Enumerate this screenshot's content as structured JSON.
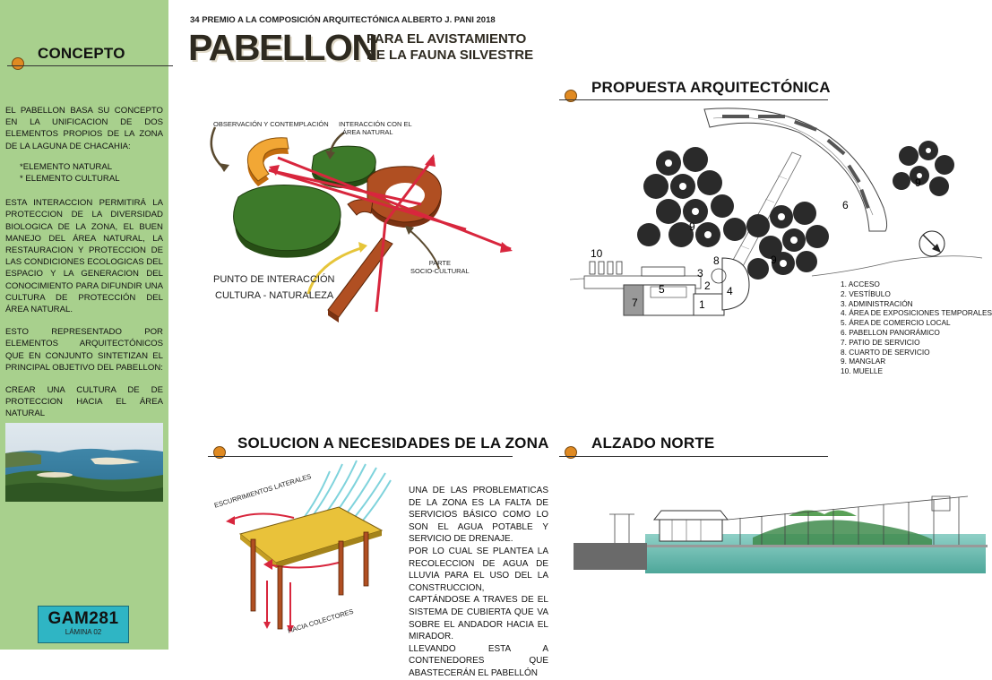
{
  "sidebar": {
    "section_title": "CONCEPTO",
    "paragraph1": "EL PABELLON BASA SU CONCEPTO EN LA UNIFICACION DE DOS ELEMENTOS PROPIOS DE LA ZONA DE LA LAGUNA DE CHACAHIA:",
    "bullets": [
      "*ELEMENTO NATURAL",
      "* ELEMENTO CULTURAL"
    ],
    "paragraph2": "ESTA INTERACCION PERMITIRÁ LA PROTECCION DE LA DIVERSIDAD BIOLOGICA DE LA ZONA, EL BUEN MANEJO DEL ÁREA NATURAL, LA RESTAURACION Y PROTECCION DE LAS CONDICIONES ECOLOGICAS DEL ESPACIO Y LA GENERACION DEL CONOCIMIENTO PARA DIFUNDIR UNA CULTURA DE PROTECCIÓN DEL ÁREA NATURAL.",
    "paragraph3": "ESTO REPRESENTADO POR ELEMENTOS ARQUITECTÓNICOS QUE EN CONJUNTO SINTETIZAN EL PRINCIPAL OBJETIVO DEL PABELLON:",
    "paragraph4": "CREAR UNA CULTURA DE DE PROTECCION HACIA EL ÁREA NATURAL",
    "badge_code": "GAM281",
    "badge_sub": "LÁMINA 02"
  },
  "header": {
    "award": "34 PREMIO A LA COMPOSICIÓN ARQUITECTÓNICA ALBERTO J. PANI 2018",
    "title": "PABELLON",
    "subtitle_line1": "PARA EL AVISTAMIENTO",
    "subtitle_line2": "DE LA FAUNA SILVESTRE"
  },
  "concept_diagram": {
    "label_observacion": "OBSERVACIÓN Y CONTEMPLACIÓN",
    "label_interaccion_1": "INTERACCIÓN CON EL",
    "label_interaccion_2": "ÁREA NATURAL",
    "label_punto_1": "PUNTO DE INTERACCIÓN",
    "label_punto_2": "CULTURA - NATURALEZA",
    "label_parte_1": "PARTE",
    "label_parte_2": "SOCIO-CULTURAL"
  },
  "propuesta": {
    "title": "PROPUESTA ARQUITECTÓNICA",
    "plan_numbers": [
      "1",
      "2",
      "3",
      "4",
      "5",
      "6",
      "7",
      "8",
      "9",
      "9",
      "9",
      "10"
    ],
    "legend": [
      "1. ACCESO",
      "2. VESTÍBULO",
      "3. ADMINISTRACIÓN",
      "4. ÁREA DE EXPOSICIONES TEMPORALES",
      "5. ÁREA DE COMERCIO LOCAL",
      "6. PABELLON PANORÁMICO",
      "7. PATIO DE SERVICIO",
      "8. CUARTO DE SERVICIO",
      "9. MANGLAR",
      "10. MUELLE"
    ]
  },
  "solucion": {
    "title": "SOLUCION A NECESIDADES DE LA ZONA",
    "label_escurrimientos": "ESCURRIMIENTOS LATERALES",
    "label_colectores": "HACIA COLECTORES",
    "text_p1": "UNA DE LAS PROBLEMATICAS DE LA ZONA ES LA FALTA DE SERVICIOS BÁSICO COMO LO SON EL AGUA POTABLE Y SERVICIO DE DRENAJE.",
    "text_p2": "POR LO CUAL SE PLANTEA LA RECOLECCION DE AGUA DE LLUVIA PARA EL USO DEL LA CONSTRUCCION, CAPTÁNDOSE A TRAVES DE EL SISTEMA DE CUBIERTA QUE VA SOBRE EL ANDADOR HACIA EL MIRADOR.",
    "text_p3": "LLEVANDO ESTA A CONTENEDORES QUE ABASTECERÁN EL PABELLÓN"
  },
  "alzado": {
    "title": "ALZADO NORTE"
  },
  "colors": {
    "sidebar_green": "#a8d08d",
    "accent_orange": "#e08a22",
    "badge_teal": "#2fb5c4",
    "arrow_red": "#d8263d",
    "forest_green": "#3d7a2a"
  }
}
